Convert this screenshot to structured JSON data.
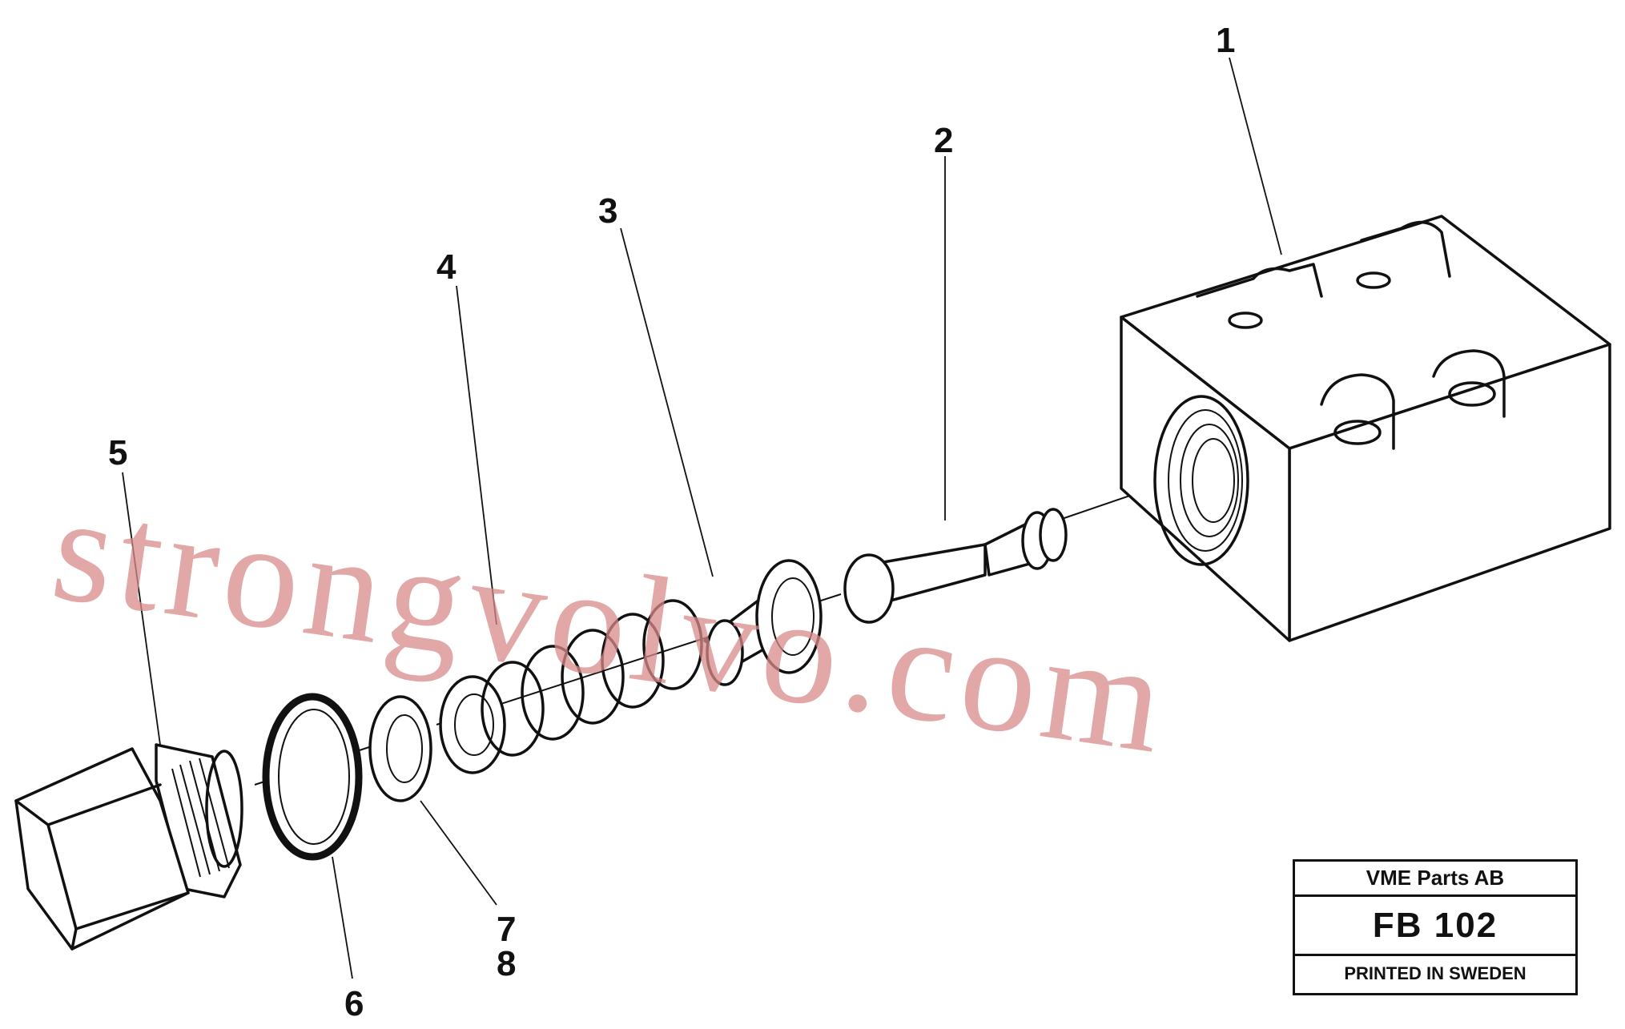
{
  "watermark": "strongvolvo.com",
  "parts": [
    {
      "id": "part-1",
      "number": "1"
    },
    {
      "id": "part-2",
      "number": "2"
    },
    {
      "id": "part-3",
      "number": "3"
    },
    {
      "id": "part-4",
      "number": "4"
    },
    {
      "id": "part-5",
      "number": "5"
    },
    {
      "id": "part-6",
      "number": "6"
    },
    {
      "id": "part-7",
      "number": "7"
    },
    {
      "id": "part-8",
      "number": "8"
    }
  ],
  "title_block": {
    "company": "VME Parts AB",
    "code": "FB 102",
    "printed": "PRINTED IN SWEDEN"
  },
  "colors": {
    "ink": "#111111",
    "watermark": "#d88a8a",
    "background": "#ffffff"
  }
}
